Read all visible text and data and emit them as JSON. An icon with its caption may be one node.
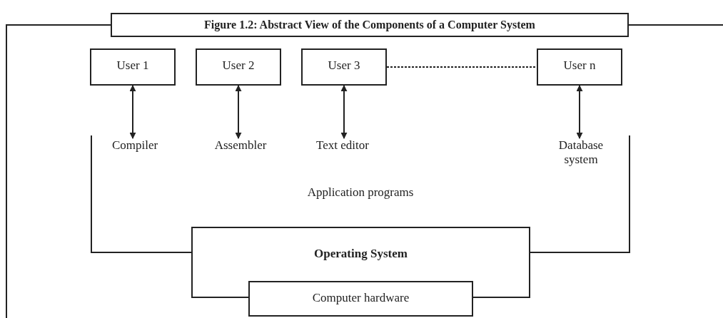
{
  "diagram": {
    "title": "Figure 1.2: Abstract View of the Components of a Computer System",
    "nodes": [
      {
        "text": [
          "User 1"
        ]
      },
      {
        "text": [
          "User 2"
        ]
      },
      {
        "text": [
          "User 3"
        ]
      },
      {
        "text": [
          "User n"
        ]
      },
      {
        "text": [
          "Application programs"
        ]
      },
      {
        "text": [
          "Compiler"
        ],
        "in": 4
      },
      {
        "text": [
          "Assembler"
        ],
        "in": 4
      },
      {
        "text": [
          "Text editor"
        ],
        "in": 4
      },
      {
        "text": [
          "Database system"
        ],
        "in": 4
      },
      {
        "text": [
          "Operating System"
        ]
      },
      {
        "text": [
          "Computer hardware"
        ]
      }
    ],
    "edges": [
      {
        "from": 0,
        "to": 5,
        "arrow": "both"
      },
      {
        "from": 1,
        "to": 6,
        "arrow": "both"
      },
      {
        "from": 2,
        "to": 7,
        "arrow": "both"
      },
      {
        "from": 3,
        "to": 8,
        "arrow": "both"
      },
      {
        "from": 2,
        "to": 3,
        "arrow": "none",
        "style": "dashed"
      }
    ]
  }
}
